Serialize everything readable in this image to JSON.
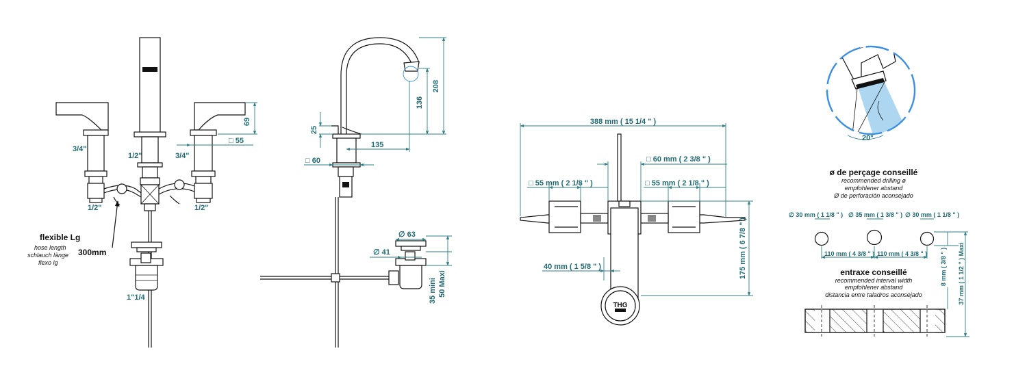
{
  "colors": {
    "dimension": "#2d7f86",
    "outline": "#111111",
    "detail_circle": "#3a8fe0",
    "water": "#9fd0ef"
  },
  "front_view": {
    "left_thread": "3/4\"",
    "center_thread": "1/2\"",
    "right_thread": "3/4\"",
    "left_outlet": "1/2\"",
    "right_outlet": "1/2\"",
    "handle_height": "69",
    "handle_square": "□ 55",
    "hose_title": "flexible Lg",
    "hose_en": "hose length",
    "hose_de": "schlauch länge",
    "hose_es": "flexo lg",
    "hose_value": "300mm",
    "waste_thread": "1\"1/4"
  },
  "side_view": {
    "spout_height": "208",
    "outlet_height": "136",
    "base_height": "25",
    "reach": "135",
    "base_square": "□ 60",
    "waste_outer": "∅ 63",
    "waste_inner": "∅ 41",
    "waste_min": "35 mini",
    "waste_max": "50 Maxi"
  },
  "top_view": {
    "overall": "388 mm ( 15 1/4 \" )",
    "center_square": "□ 60 mm ( 2 3/8 \" )",
    "left_square": "□ 55 mm ( 2 1/8 \" )",
    "right_square": "□ 55 mm ( 2 1/8 \" )",
    "depth": "175 mm ( 6 7/8 \" )",
    "offset": "40 mm ( 1 5/8 \" )",
    "logo": "THG"
  },
  "detail": {
    "angle": "20°"
  },
  "drilling": {
    "title": "ø de perçage conseillé",
    "en": "recommended drilling ø",
    "de": "empfohlener abstand",
    "es": "Ø de perforación aconsejado",
    "hole_left": "∅ 30 mm ( 1 1/8 \" )",
    "hole_center": "∅ 35 mm ( 1 3/8 \" )",
    "hole_right": "∅ 30 mm ( 1 1/8 \" )",
    "spacing_left": "110 mm ( 4 3/8 \" )",
    "spacing_right": "110 mm ( 4 3/8 \" )",
    "right_height": "8 mm ( 3/8 \" )",
    "max_height": "37 mm ( 1 1/2 \" ) Maxi"
  },
  "interval": {
    "title": "entraxe conseillé",
    "en": "recommended interval width",
    "de": "empfohlener abstand",
    "es": "distancia entre taladros aconsejado"
  }
}
